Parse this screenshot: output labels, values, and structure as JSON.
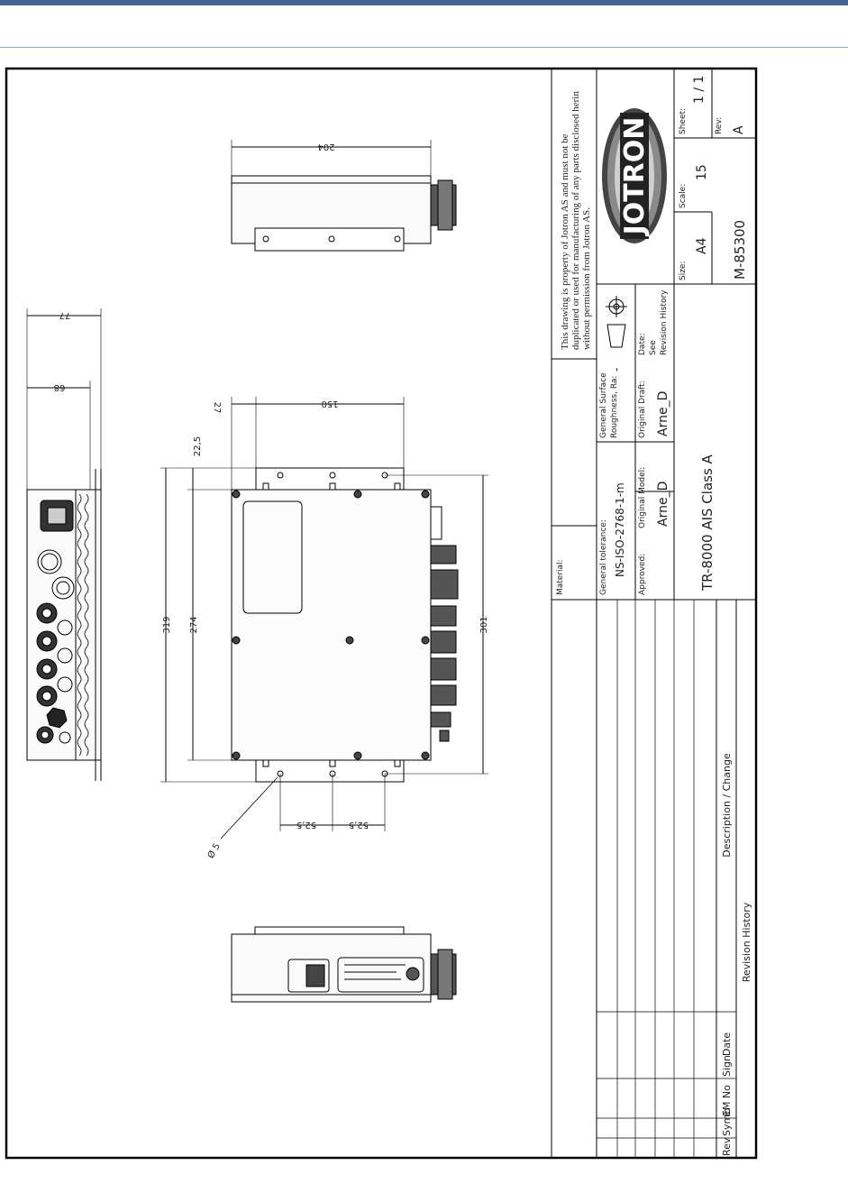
{
  "header": {
    "bar_color": "#44658f",
    "line_color": "#8fa6c4"
  },
  "dimensions": {
    "d204": "204",
    "d77": "77",
    "d68": "68",
    "d27": "27",
    "d150": "150",
    "d22_5": "22,5",
    "d319": "319",
    "d274": "274",
    "d301": "301",
    "d52_5a": "52,5",
    "d52_5b": "52,5",
    "hole": "Ø 5"
  },
  "title_block": {
    "notice_lines": [
      "This drawing is property of Jotron AS and must not be",
      "duplicated or used for manufacturing of any parts disclosed herin",
      "without permission from Jotron AS."
    ],
    "logo_text": "JOTRON",
    "material_label": "Material:",
    "tolerance_label": "General tolerance:",
    "tolerance_value": "NS-ISO-2768-1-m",
    "surface_label": "General Surface",
    "surface_label2": "Roughness, Ra:",
    "surface_value": "-",
    "approved_label": "Approved:",
    "model_label": "Original Model:",
    "model_value": "Arne_D",
    "draft_label": "Original Draft:",
    "draft_value": "Arne_D",
    "date_label": "Date:",
    "date_value1": "See",
    "date_value2": "Revision History",
    "size_label": "Size:",
    "size_value": "A4",
    "scale_label": "Scale:",
    "scale_value": "15",
    "sheet_label": "Sheet:",
    "sheet_value": "1 / 1",
    "rev_label": "Rev:",
    "rev_value": "A",
    "title": "TR-8000 AIS Class A",
    "drawing_number": "M-85300"
  },
  "revision_history": {
    "title": "Revision History",
    "col_rev": "Rev",
    "col_symb": "Symb",
    "col_em": "EM No",
    "col_sign": "Sign",
    "col_date": "Date",
    "col_desc": "Description / Change"
  }
}
